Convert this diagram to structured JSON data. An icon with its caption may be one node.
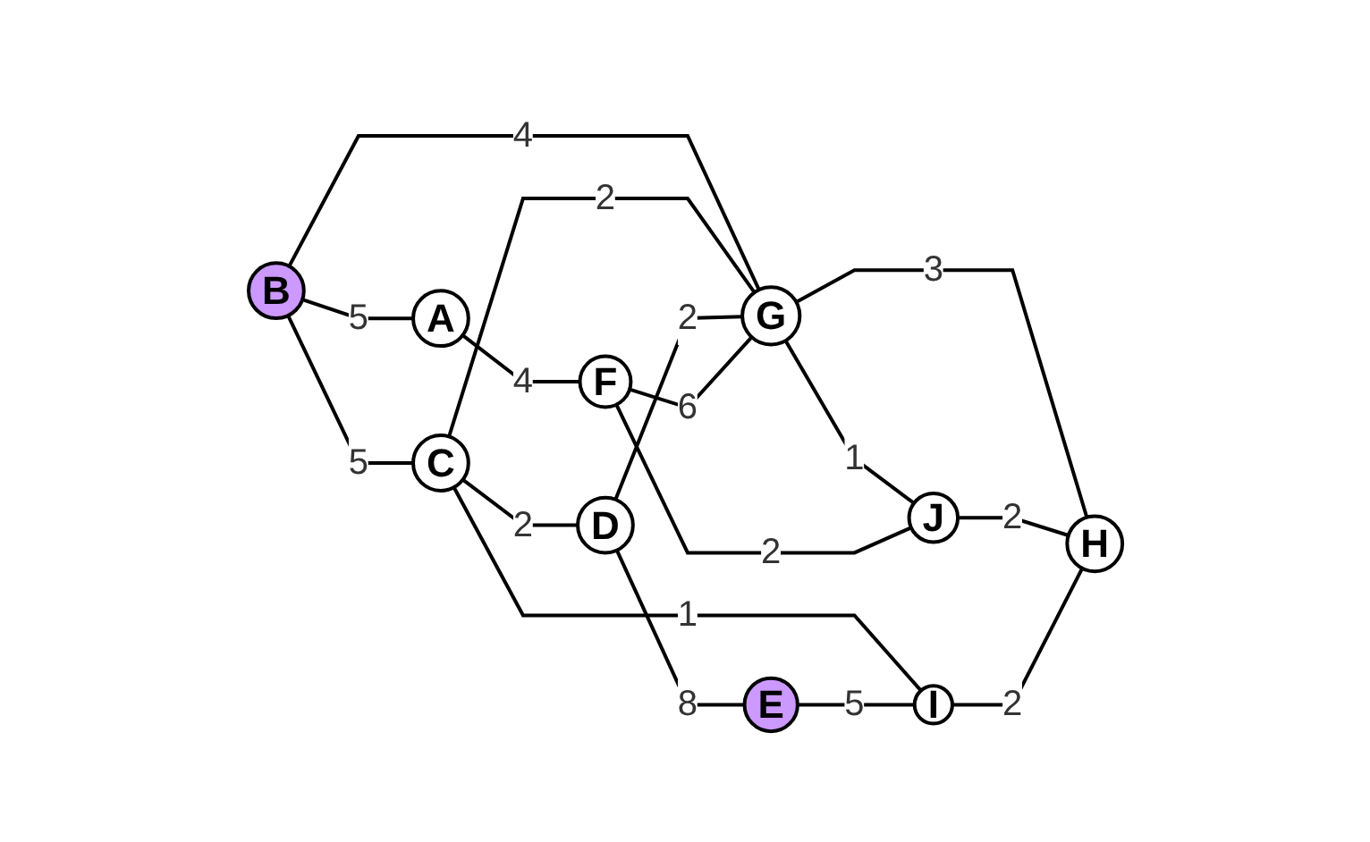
{
  "diagram": {
    "nodes": [
      {
        "text": [
          "B"
        ]
      },
      {
        "text": [
          "C"
        ]
      },
      {
        "text": [
          "D"
        ]
      },
      {
        "text": [
          "E"
        ]
      },
      {
        "text": [
          "A"
        ]
      },
      {
        "text": [
          "G"
        ]
      },
      {
        "text": [
          "F"
        ]
      },
      {
        "text": [
          "I"
        ]
      },
      {
        "text": [
          "J"
        ]
      },
      {
        "text": [
          "H"
        ]
      }
    ],
    "edges": [
      {
        "from": 0,
        "to": 1,
        "arrow": "none",
        "label": "5"
      },
      {
        "from": 1,
        "to": 2,
        "arrow": "none",
        "label": "2"
      },
      {
        "from": 2,
        "to": 3,
        "arrow": "none",
        "label": "8"
      },
      {
        "from": 0,
        "to": 4,
        "arrow": "none",
        "label": "5"
      },
      {
        "from": 0,
        "to": 5,
        "arrow": "none",
        "label": "4"
      },
      {
        "from": 1,
        "to": 5,
        "arrow": "none",
        "label": "2"
      },
      {
        "from": 2,
        "to": 5,
        "arrow": "none",
        "label": "2"
      },
      {
        "from": 1,
        "to": 7,
        "arrow": "none",
        "label": "1"
      },
      {
        "from": 3,
        "to": 7,
        "arrow": "none",
        "label": "5"
      },
      {
        "from": 4,
        "to": 6,
        "arrow": "none",
        "label": "4"
      },
      {
        "from": 6,
        "to": 5,
        "arrow": "none",
        "label": "6"
      },
      {
        "from": 5,
        "to": 8,
        "arrow": "none",
        "label": "1"
      },
      {
        "from": 5,
        "to": 9,
        "arrow": "none",
        "label": "3"
      },
      {
        "from": 6,
        "to": 8,
        "arrow": "none",
        "label": "2"
      },
      {
        "from": 8,
        "to": 9,
        "arrow": "none",
        "label": "2"
      },
      {
        "from": 7,
        "to": 9,
        "arrow": "none",
        "label": "2"
      }
    ]
  }
}
